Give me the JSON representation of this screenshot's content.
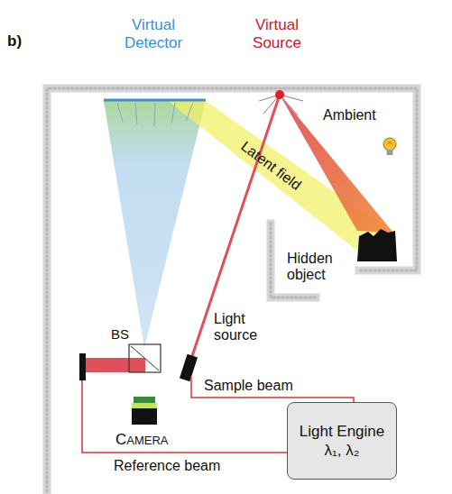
{
  "diagram": {
    "nodes": [
      {
        "text": [
          "Light Engine λ₁, λ₂"
        ]
      }
    ],
    "labels": [
      "b)",
      "Virtual Detector",
      "Virtual Source",
      "Ambient",
      "Latent field",
      "Hidden object",
      "Light source",
      "Sample beam",
      "BS",
      "CAMERA",
      "Reference beam"
    ]
  }
}
